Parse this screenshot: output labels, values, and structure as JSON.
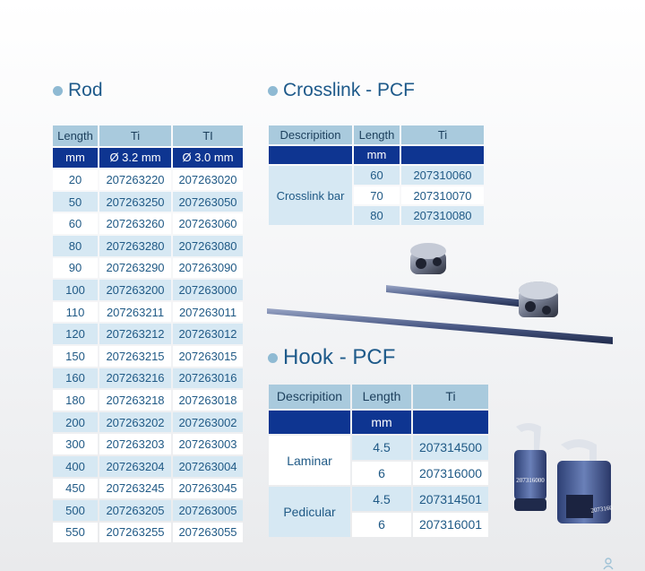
{
  "rod": {
    "title": "Rod",
    "headers": [
      "Length",
      "Ti",
      "TI"
    ],
    "units": [
      "mm",
      "Ø 3.2 mm",
      "Ø 3.0 mm"
    ],
    "rows": [
      [
        "20",
        "207263220",
        "207263020"
      ],
      [
        "50",
        "207263250",
        "207263050"
      ],
      [
        "60",
        "207263260",
        "207263060"
      ],
      [
        "80",
        "207263280",
        "207263080"
      ],
      [
        "90",
        "207263290",
        "207263090"
      ],
      [
        "100",
        "207263200",
        "207263000"
      ],
      [
        "110",
        "207263211",
        "207263011"
      ],
      [
        "120",
        "207263212",
        "207263012"
      ],
      [
        "150",
        "207263215",
        "207263015"
      ],
      [
        "160",
        "207263216",
        "207263016"
      ],
      [
        "180",
        "207263218",
        "207263018"
      ],
      [
        "200",
        "207263202",
        "207263002"
      ],
      [
        "300",
        "207263203",
        "207263003"
      ],
      [
        "400",
        "207263204",
        "207263004"
      ],
      [
        "450",
        "207263245",
        "207263045"
      ],
      [
        "500",
        "207263205",
        "207263005"
      ],
      [
        "550",
        "207263255",
        "207263055"
      ]
    ]
  },
  "crosslink": {
    "title": "Crosslink - PCF",
    "headers": [
      "Descripition",
      "Length",
      "Ti"
    ],
    "unit": "mm",
    "description": "Crosslink bar",
    "rows": [
      [
        "60",
        "207310060"
      ],
      [
        "70",
        "207310070"
      ],
      [
        "80",
        "207310080"
      ]
    ]
  },
  "hook": {
    "title": "Hook - PCF",
    "headers": [
      "Descripition",
      "Length",
      "Ti"
    ],
    "unit": "mm",
    "groups": [
      {
        "description": "Laminar",
        "rows": [
          [
            "4.5",
            "207314500"
          ],
          [
            "6",
            "207316000"
          ]
        ]
      },
      {
        "description": "Pedicular",
        "rows": [
          [
            "4.5",
            "207314501"
          ],
          [
            "6",
            "207316001"
          ]
        ]
      }
    ]
  },
  "images": {
    "hook_engraving": "207316000",
    "hook_engraving_small": "2073160"
  },
  "colors": {
    "title": "#1e5a8a",
    "bullet": "#8fbad3",
    "header_bg": "#a9cadd",
    "unit_bg": "#0e3591",
    "row_light": "#d6e8f3",
    "row_white": "#ffffff"
  },
  "icons": {
    "bullet": "circle-bullet",
    "corner": "person-icon"
  }
}
